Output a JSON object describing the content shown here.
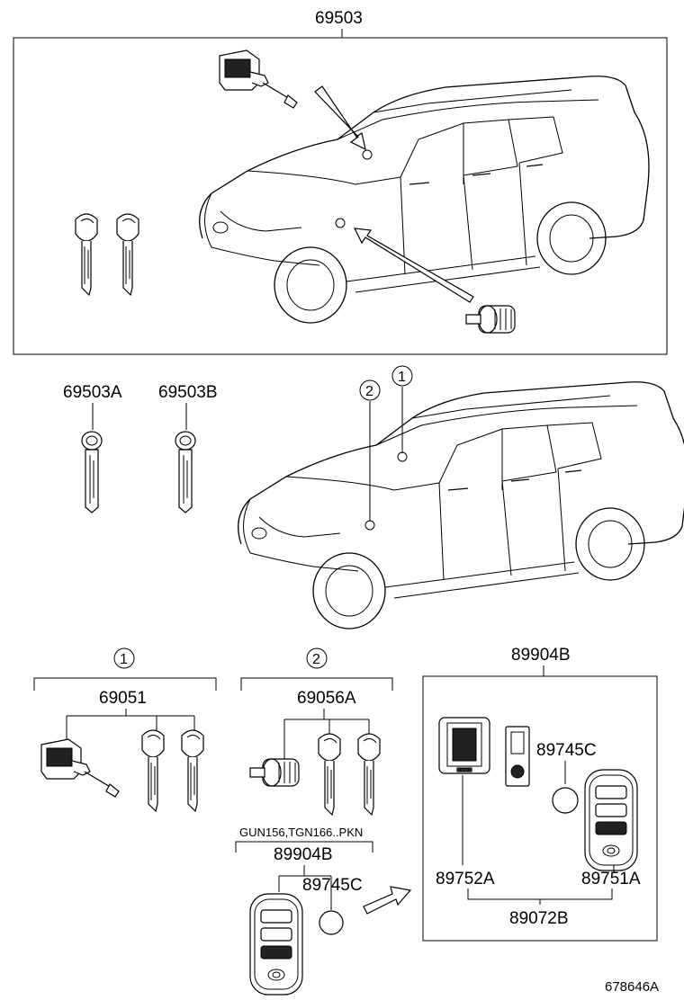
{
  "labels": {
    "top_assembly": "69503",
    "key_a": "69503A",
    "key_b": "69503B",
    "set_1": "69051",
    "set_2": "69056A",
    "smart_key_right": "89904B",
    "battery_right": "89745C",
    "case_a": "89752A",
    "case_b": "89751A",
    "case_set": "89072B",
    "model_note": "GUN156,TGN166..PKN",
    "smart_key_bottom": "89904B",
    "battery_bottom": "89745C",
    "diagram_id": "678646A"
  },
  "callouts": {
    "one_top": "1",
    "two_top": "2",
    "one_group": "1",
    "two_group": "2"
  },
  "icons": [
    "car-icon",
    "door-lock-cylinder-icon",
    "ignition-cylinder-icon",
    "blade-key-icon",
    "smart-key-fob-icon",
    "coin-battery-icon",
    "arrow-icon"
  ]
}
